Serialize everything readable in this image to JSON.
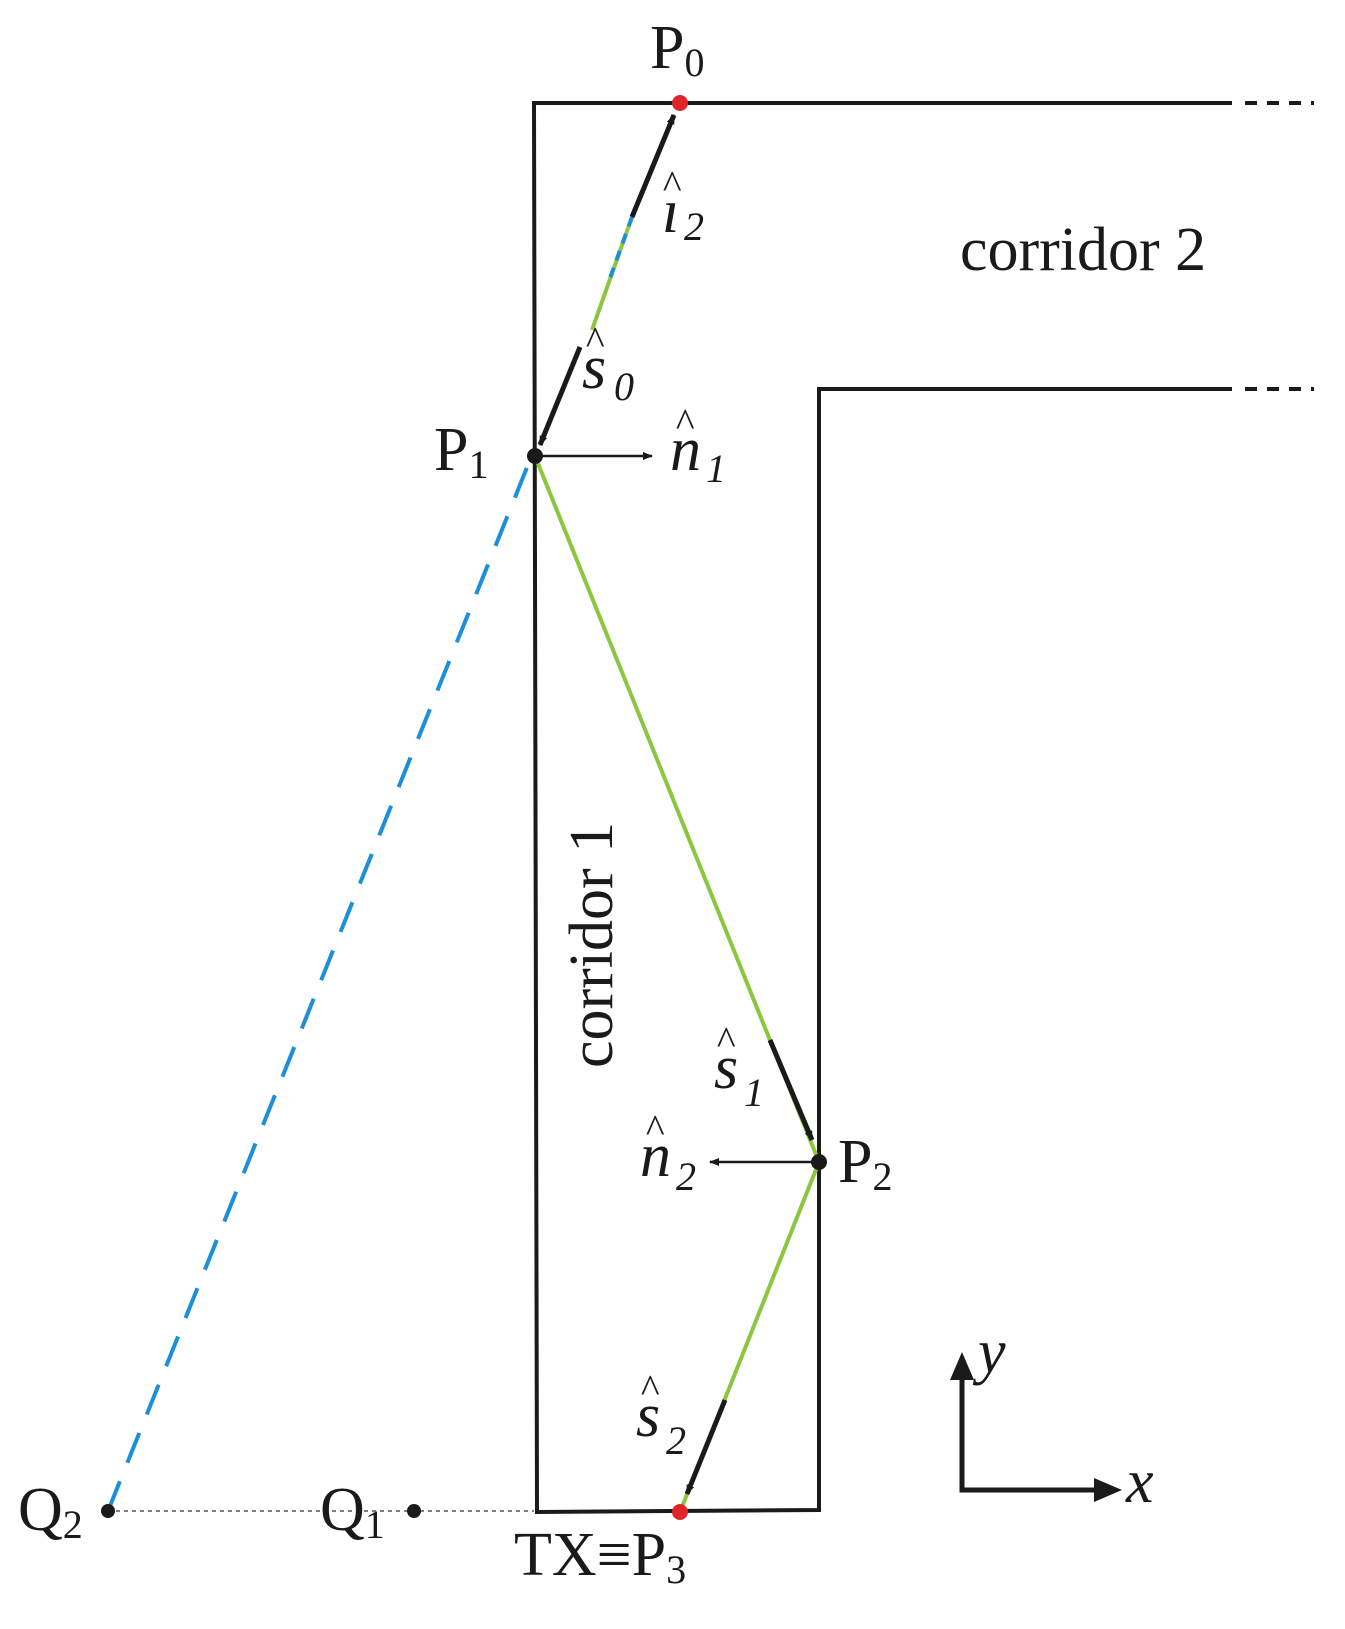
{
  "points": {
    "p0": {
      "base": "P",
      "sub": "0"
    },
    "p1": {
      "base": "P",
      "sub": "1"
    },
    "p2": {
      "base": "P",
      "sub": "2"
    },
    "p3": {
      "prefix": "TX≡P",
      "sub": "3"
    },
    "q1": {
      "base": "Q",
      "sub": "1"
    },
    "q2": {
      "base": "Q",
      "sub": "2"
    }
  },
  "vectors": {
    "i2": {
      "base": "ı",
      "hat": "^",
      "sub": "2"
    },
    "s0": {
      "base": "s",
      "hat": "^",
      "sub": "0"
    },
    "s1": {
      "base": "s",
      "hat": "^",
      "sub": "1"
    },
    "s2": {
      "base": "s",
      "hat": "^",
      "sub": "2"
    },
    "n1": {
      "base": "n",
      "hat": "^",
      "sub": "1"
    },
    "n2": {
      "base": "n",
      "hat": "^",
      "sub": "2"
    }
  },
  "corridors": {
    "c1": "corridor 1",
    "c2": "corridor 2"
  },
  "axes": {
    "x": "x",
    "y": "y"
  },
  "colors": {
    "wall": "#1a1a1a",
    "ray": "#8cc63f",
    "image_ray": "#1b8fd9",
    "marker_red": "#e0262a",
    "marker_black": "#1a1a1a"
  }
}
